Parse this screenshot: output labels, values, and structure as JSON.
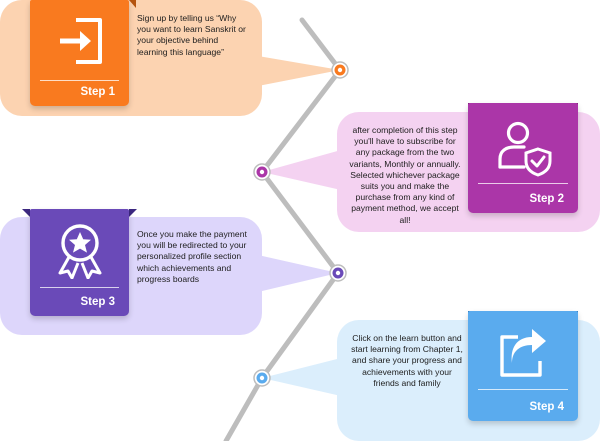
{
  "colors": {
    "timeline": "#bdbdbd",
    "step1": "#f97a1f",
    "step1_bubble": "#fcd3b1",
    "step2": "#ab36a8",
    "step2_bubble": "#f4d2f1",
    "step3": "#6a4ab8",
    "step3_bubble": "#ddd6fb",
    "step4": "#5aabee",
    "step4_bubble": "#dbeefc"
  },
  "steps": [
    {
      "label": "Step 1",
      "icon": "sign-in-icon",
      "text": "Sign up by telling us “Why you want to learn Sanskrit or your objective behind learning this language”"
    },
    {
      "label": "Step 2",
      "icon": "verified-user-icon",
      "text": "after completion of this step you'll have to subscribe for any package from the two variants, Monthly or annually. Selected whichever package suits you and make the purchase from any kind of payment method, we accept all!"
    },
    {
      "label": "Step 3",
      "icon": "award-badge-icon",
      "text": "Once you make the payment you will be redirected to your personalized profile section which achievements and progress boards"
    },
    {
      "label": "Step 4",
      "icon": "share-icon",
      "text": "Click on the learn button and start learning from Chapter 1, and share your progress and achievements with your friends and family"
    }
  ]
}
